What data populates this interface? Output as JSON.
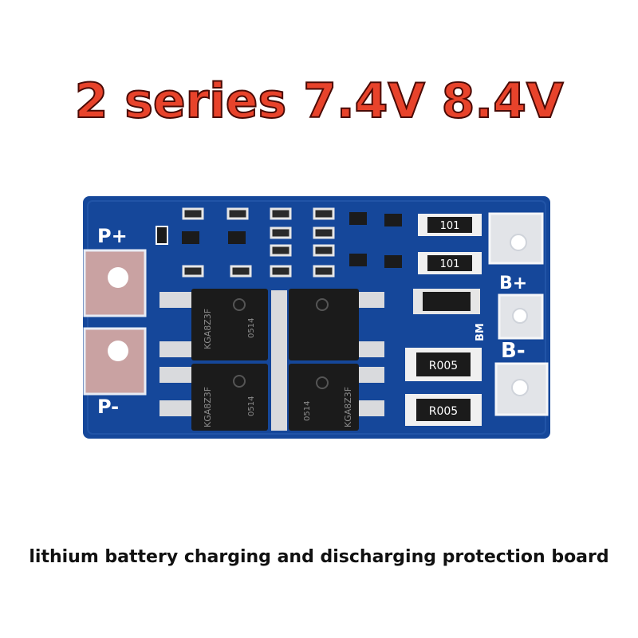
{
  "headline": "2 series 7.4V 8.4V",
  "caption": "lithium battery charging and discharging protection board",
  "board": {
    "labels": {
      "p_plus": "P+",
      "p_minus": "P-",
      "b_plus": "B+",
      "b_minus": "B-",
      "bm": "BM"
    },
    "resistors": {
      "r101_a": "101",
      "r101_b": "101",
      "r005_a": "R005",
      "r005_b": "R005"
    },
    "mosfets": {
      "m1_code": "KGA8Z3F",
      "m1_lot": "0514",
      "m3_code": "KGA8Z3F",
      "m3_lot": "0514",
      "m4_code": "KGA8Z3F",
      "m4_lot": "0514"
    },
    "colors": {
      "pcb": "#15479a",
      "pad": "#e2e4e8",
      "copper": "#c9a2a2",
      "chip": "#1b1b1b"
    }
  }
}
